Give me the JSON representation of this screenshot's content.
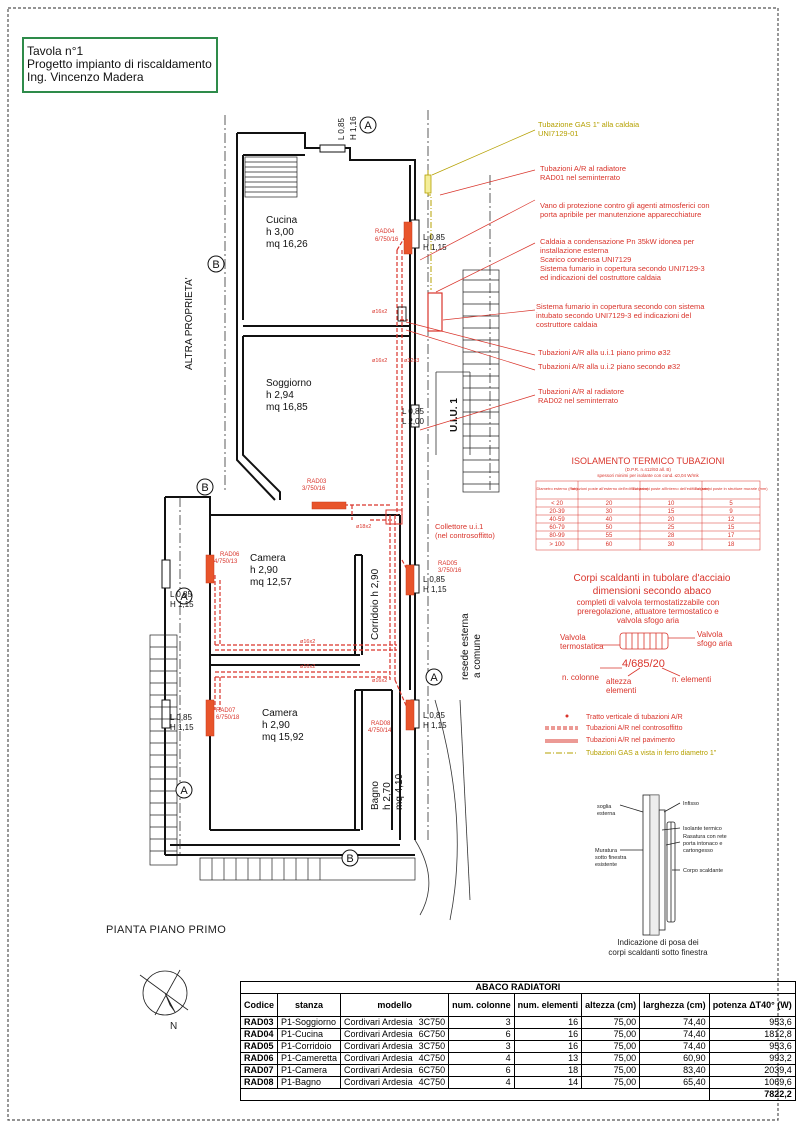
{
  "title_block": {
    "line1": "Tavola n°1",
    "line2": "Progetto impianto di riscaldamento",
    "line3": "Ing. Vincenzo Madera"
  },
  "plan": {
    "label": "PIANTA PIANO PRIMO",
    "north": "N",
    "altra_proprieta": "ALTRA PROPRIETA'",
    "uiu": "U.I.U. 1",
    "resede": "resede esterna",
    "resede2": "a comune",
    "corridoio": "Corridoio h 2,90",
    "bagno": [
      "Bagno",
      "h 2,70",
      "mq 4,10"
    ],
    "section_marks": [
      "A",
      "B"
    ],
    "rooms": [
      {
        "name": "Cucina",
        "h": "h 3,00",
        "mq": "mq 16,26"
      },
      {
        "name": "Soggiorno",
        "h": "h 2,94",
        "mq": "mq 16,85"
      },
      {
        "name": "Camera",
        "h": "h 2,90",
        "mq": "mq 12,57"
      },
      {
        "name": "Camera",
        "h": "h 2,90",
        "mq": "mq 15,92"
      }
    ],
    "radiators": [
      {
        "code": "RAD04",
        "spec": "6/750/16"
      },
      {
        "code": "RAD03",
        "spec": "3/750/16"
      },
      {
        "code": "RAD06",
        "spec": "4/750/13"
      },
      {
        "code": "RAD05",
        "spec": "3/750/16"
      },
      {
        "code": "RAD07",
        "spec": "6/750/18"
      },
      {
        "code": "RAD08",
        "spec": "4/750/14"
      }
    ],
    "window_levels": {
      "top_l": "L 0,85",
      "top_h": "H 1,16",
      "l085": "L 0,85",
      "h115": "H 1,15",
      "l200": "L 2,00"
    },
    "pipe_labels": {
      "p16x2": "ø16x2",
      "p32x3": "ø32x3",
      "p18x2": "ø18x2"
    }
  },
  "notes": {
    "gas": [
      "Tubazione GAS 1\" alla caldaia",
      "UNI7129-01"
    ],
    "ar_rad01": [
      "Tubazioni A/R al radiatore",
      "RAD01 nel seminterrato"
    ],
    "vano": [
      "Vano di protezione contro gli agenti atmosferici con",
      "porta apribile per manutenzione apparecchiature"
    ],
    "caldaia": [
      "Caldaia a condensazione Pn 35kW idonea per",
      "installazione esterna",
      "Scarico condensa UNI7129",
      "Sistema fumario in copertura secondo UNI7129-3",
      "ed indicazioni del costruttore caldaia"
    ],
    "fumario": [
      "Sistema fumario in copertura secondo con sistema",
      "intubato secondo UNI7129-3 ed indicazioni del",
      "costruttore caldaia"
    ],
    "uiu1": "Tubazioni A/R alla u.i.1 piano primo ø32",
    "uiu2": "Tubazioni A/R alla u.i.2 piano secondo ø32",
    "ar_rad02": [
      "Tubazioni A/R al radiatore",
      "RAD02 nel seminterrato"
    ],
    "collettore": [
      "Collettore u.i.1",
      "(nel controsoffitto)"
    ]
  },
  "isolamento": {
    "title": "ISOLAMENTO TERMICO TUBAZIONI",
    "sub1": "(D.P.R. n.412/93 all. B)",
    "sub2": "spessori minimi per isolante con cond. ≤0,04 W/mk",
    "headers": [
      "Diametro esterno (mm)",
      "Tubazioni poste all'esterno dell'edificio (mm)",
      "Tubazioni poste all'interno dell'edificio (mm)",
      "Tubazioni poste in strutture murarie (mm)"
    ],
    "rows": [
      [
        "< 20",
        "20",
        "10",
        "5"
      ],
      [
        "20-39",
        "30",
        "15",
        "9"
      ],
      [
        "40-59",
        "40",
        "20",
        "12"
      ],
      [
        "60-79",
        "50",
        "25",
        "15"
      ],
      [
        "80-99",
        "55",
        "28",
        "17"
      ],
      [
        "> 100",
        "60",
        "30",
        "18"
      ]
    ]
  },
  "corpi": {
    "title1": "Corpi scaldanti in tubolare d'acciaio",
    "title2": "dimensioni secondo abaco",
    "desc": [
      "completi di valvola termostatizzabile con",
      "preregolazione, attuatore termostatico e",
      "valvola sfogo aria"
    ],
    "valvola_term": [
      "Valvola",
      "termostatica"
    ],
    "valvola_sfogo": [
      "Valvola",
      "sfogo aria"
    ],
    "code": "4/685/20",
    "n_colonne": "n. colonne",
    "altezza": [
      "altezza",
      "elementi"
    ],
    "n_elementi": "n. elementi"
  },
  "legend": [
    "Tratto verticale di tubazioni A/R",
    "Tubazioni A/R nel controsoffitto",
    "Tubazioni A/R nel pavimento",
    "Tubazioni GAS a vista in ferro diametro 1\""
  ],
  "detail": {
    "labels_left": [
      "soglia",
      "esterna"
    ],
    "labels_left2": [
      "Muratura",
      "sotto finestra",
      "esistente"
    ],
    "labels_right": [
      "Infisso",
      "Isolante termico",
      "Rasatura con rete",
      "porta intonaco e",
      "cartongesso",
      "Corpo scaldante"
    ],
    "caption": [
      "Indicazione di posa dei",
      "corpi scaldanti sotto finestra"
    ]
  },
  "abaco": {
    "title": "ABACO RADIATORI",
    "headers": [
      "Codice",
      "stanza",
      "modello",
      "num. colonne",
      "num. elementi",
      "altezza (cm)",
      "larghezza (cm)",
      "potenza ΔT40° (W)"
    ],
    "rows": [
      {
        "codice": "RAD03",
        "stanza": "P1-Soggiorno",
        "modello": "Cordivari Ardesia",
        "tipo": "3C750",
        "colonne": "3",
        "elementi": "16",
        "altezza": "75,00",
        "larghezza": "74,40",
        "potenza": "953,6"
      },
      {
        "codice": "RAD04",
        "stanza": "P1-Cucina",
        "modello": "Cordivari Ardesia",
        "tipo": "6C750",
        "colonne": "6",
        "elementi": "16",
        "altezza": "75,00",
        "larghezza": "74,40",
        "potenza": "1812,8"
      },
      {
        "codice": "RAD05",
        "stanza": "P1-Corridoio",
        "modello": "Cordivari Ardesia",
        "tipo": "3C750",
        "colonne": "3",
        "elementi": "16",
        "altezza": "75,00",
        "larghezza": "74,40",
        "potenza": "953,6"
      },
      {
        "codice": "RAD06",
        "stanza": "P1-Cameretta",
        "modello": "Cordivari Ardesia",
        "tipo": "4C750",
        "colonne": "4",
        "elementi": "13",
        "altezza": "75,00",
        "larghezza": "60,90",
        "potenza": "993,2"
      },
      {
        "codice": "RAD07",
        "stanza": "P1-Camera",
        "modello": "Cordivari Ardesia",
        "tipo": "6C750",
        "colonne": "6",
        "elementi": "18",
        "altezza": "75,00",
        "larghezza": "83,40",
        "potenza": "2039,4"
      },
      {
        "codice": "RAD08",
        "stanza": "P1-Bagno",
        "modello": "Cordivari Ardesia",
        "tipo": "4C750",
        "colonne": "4",
        "elementi": "14",
        "altezza": "75,00",
        "larghezza": "65,40",
        "potenza": "1069,6"
      }
    ],
    "total": "7822,2"
  }
}
